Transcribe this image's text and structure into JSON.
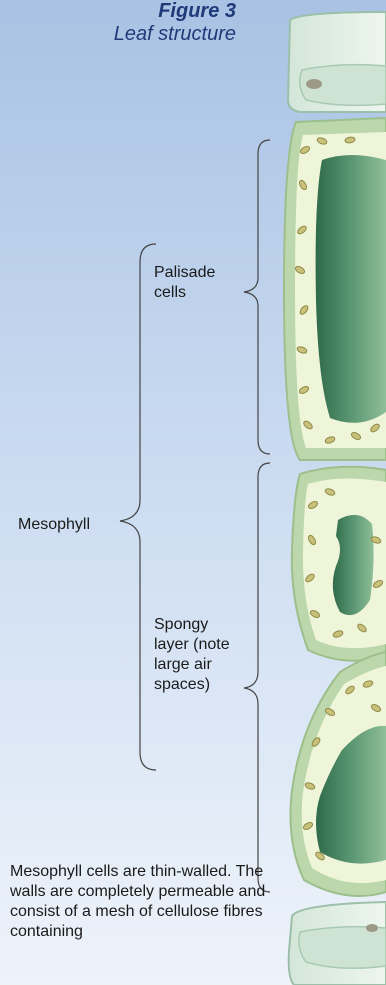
{
  "figure": {
    "number": "Figure 3",
    "title": "Leaf structure"
  },
  "labels": {
    "palisade": "Palisade cells",
    "mesophyll": "Mesophyll",
    "spongy": "Spongy layer (note large air spaces)"
  },
  "caption": "Mesophyll cells are thin-walled. The walls are completely permeable and consist of a mesh of cellulose fibres containing",
  "colors": {
    "cell_wall": "#bcd7ac",
    "cytoplasm": "#eef5d8",
    "vacuole": "#3d7a58",
    "chloroplast": "#c9c07a",
    "epidermis": "#dfece0",
    "bracket": "#444444"
  }
}
